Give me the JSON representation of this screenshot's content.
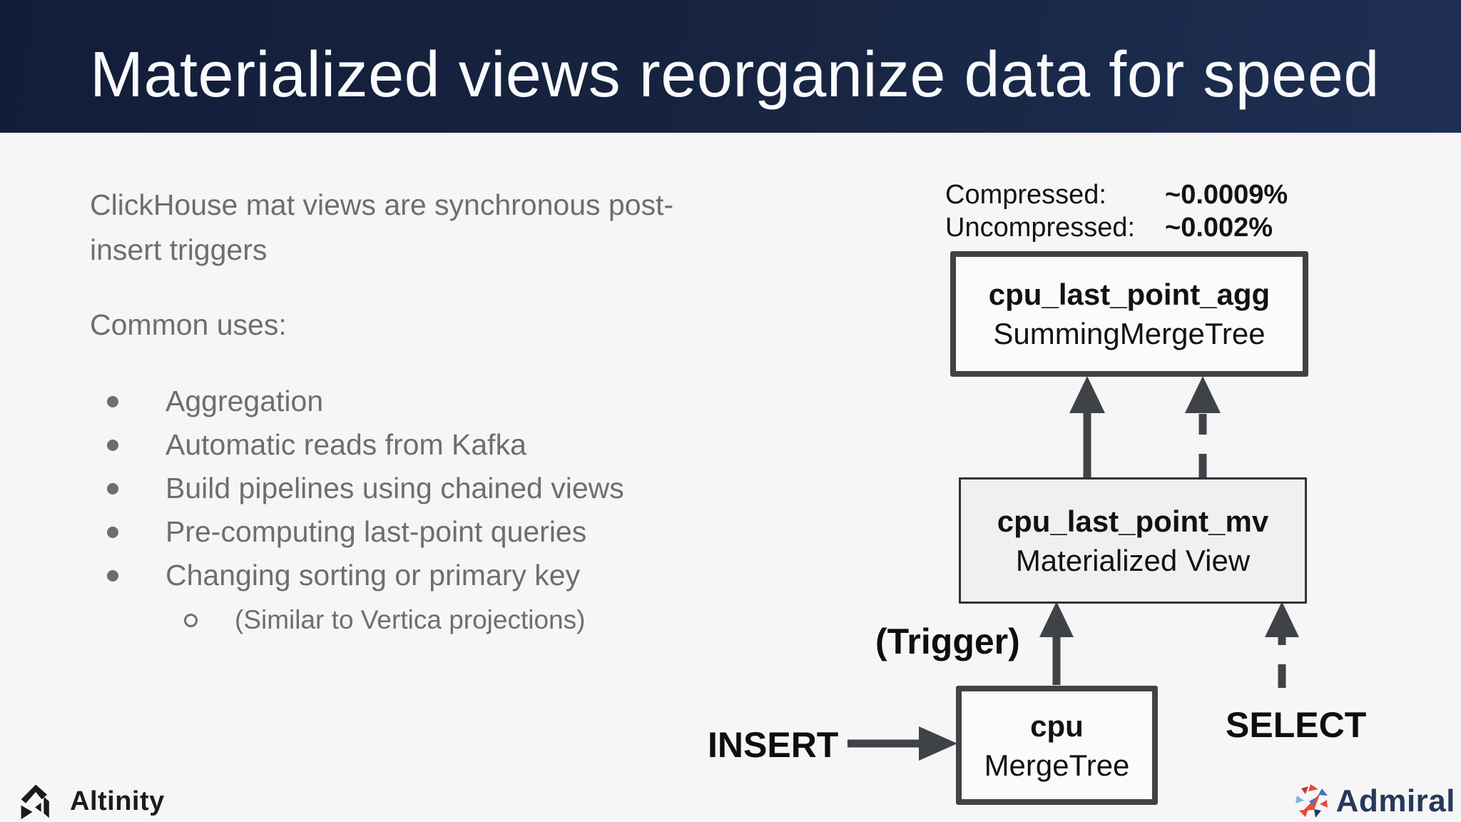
{
  "slide": {
    "title": "Materialized views reorganize data for speed",
    "intro": "ClickHouse mat views are synchronous post-insert triggers",
    "common_uses_label": "Common uses:",
    "bullets": [
      "Aggregation",
      "Automatic reads from Kafka",
      "Build pipelines using chained views",
      "Pre-computing last-point queries",
      "Changing sorting or primary key"
    ],
    "sub_bullet": "(Similar to Vertica projections)"
  },
  "diagram": {
    "stats": {
      "compressed_label": "Compressed:",
      "compressed_value": "~0.0009%",
      "uncompressed_label": "Uncompressed:",
      "uncompressed_value": "~0.002%"
    },
    "boxes": {
      "agg": {
        "name": "cpu_last_point_agg",
        "engine": "SummingMergeTree"
      },
      "mv": {
        "name": "cpu_last_point_mv",
        "engine": "Materialized View"
      },
      "cpu": {
        "name": "cpu",
        "engine": "MergeTree"
      }
    },
    "labels": {
      "trigger": "(Trigger)",
      "insert": "INSERT",
      "select": "SELECT"
    }
  },
  "footer": {
    "altinity_label": "Altinity",
    "admiral_label": "Admiral"
  },
  "colors": {
    "header_navy": "#16233f",
    "arrow_gray": "#3f4347",
    "body_text_gray": "#6e6e6e",
    "box_fill_light": "#fbfbfb",
    "mv_box_fill": "#f0f0f0",
    "admiral_navy": "#26395c",
    "admiral_red": "#e64a3d",
    "admiral_blue": "#3c77c1"
  }
}
